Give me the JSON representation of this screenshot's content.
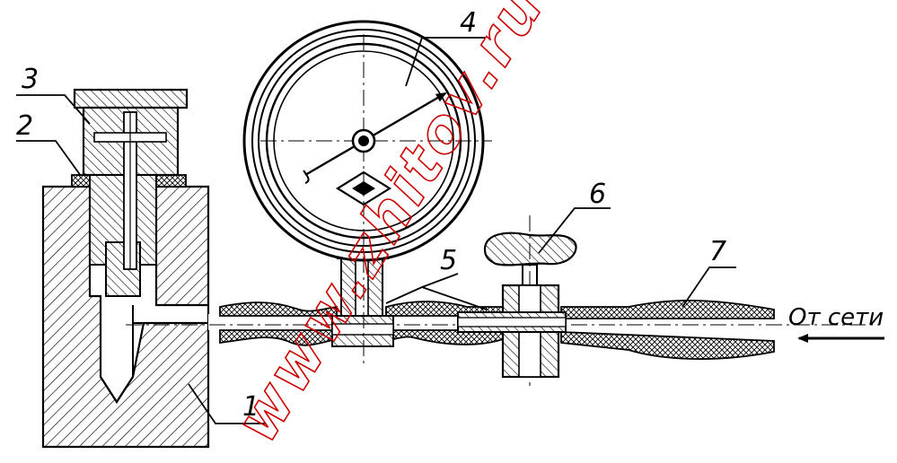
{
  "diagram": {
    "callouts": [
      {
        "id": "c1",
        "text": "1"
      },
      {
        "id": "c2",
        "text": "2"
      },
      {
        "id": "c3",
        "text": "3"
      },
      {
        "id": "c4",
        "text": "4"
      },
      {
        "id": "c5",
        "text": "5"
      },
      {
        "id": "c6",
        "text": "6"
      },
      {
        "id": "c7",
        "text": "7"
      }
    ],
    "flow_label": "От сети",
    "watermark": "www.zhitov.ru",
    "colors": {
      "ink": "#000000",
      "watermark": "#cc0000",
      "background": "#ffffff"
    }
  }
}
